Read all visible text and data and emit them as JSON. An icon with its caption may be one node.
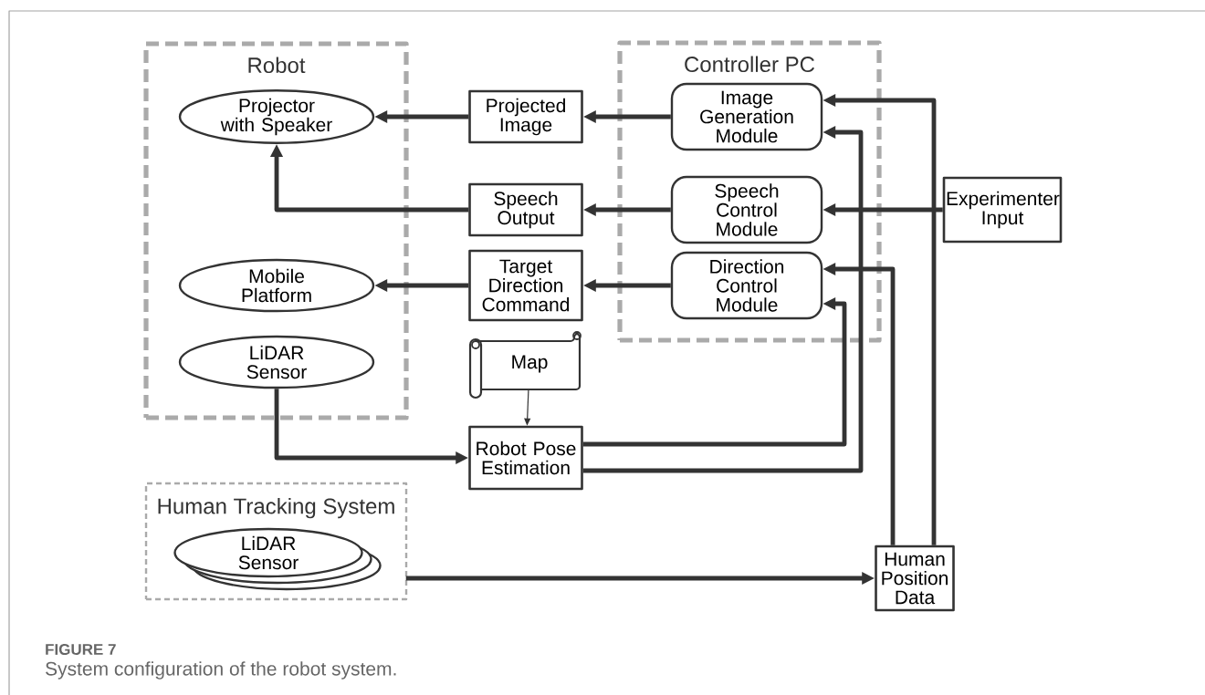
{
  "diagram": {
    "caption": "System configuration of the robot system.",
    "nodes": [
      {
        "text": [
          "Robot"
        ]
      },
      {
        "text": [
          "Projector with Speaker"
        ],
        "in": 0
      },
      {
        "text": [
          "Mobile Platform"
        ],
        "in": 0
      },
      {
        "text": [
          "LiDAR Sensor"
        ],
        "in": 0
      },
      {
        "text": [
          "Controller PC"
        ]
      },
      {
        "text": [
          "Image Generation Module"
        ],
        "in": 4
      },
      {
        "text": [
          "Speech Control Module"
        ],
        "in": 4
      },
      {
        "text": [
          "Direction Control Module"
        ],
        "in": 4
      },
      {
        "text": [
          "Projected Image"
        ]
      },
      {
        "text": [
          "Speech Output"
        ]
      },
      {
        "text": [
          "Target Direction Command"
        ]
      },
      {
        "text": [
          "Experimenter Input"
        ]
      },
      {
        "text": [
          "Map"
        ]
      },
      {
        "text": [
          "Robot Pose Estimation"
        ]
      },
      {
        "text": [
          "Human Tracking System"
        ]
      },
      {
        "text": [
          "LiDAR Sensor"
        ],
        "in": 14
      },
      {
        "text": [
          "Human Position Data"
        ]
      }
    ],
    "edges": [
      {
        "from": 5,
        "to": 8,
        "arrow": "to"
      },
      {
        "from": 8,
        "to": 1,
        "arrow": "to"
      },
      {
        "from": 6,
        "to": 9,
        "arrow": "to"
      },
      {
        "from": 9,
        "to": 1,
        "arrow": "to"
      },
      {
        "from": 7,
        "to": 10,
        "arrow": "to"
      },
      {
        "from": 10,
        "to": 2,
        "arrow": "to"
      },
      {
        "from": 11,
        "to": 6,
        "arrow": "to"
      },
      {
        "from": 12,
        "to": 13,
        "arrow": "to"
      },
      {
        "from": 3,
        "to": 13,
        "arrow": "to"
      },
      {
        "from": 13,
        "to": 7,
        "arrow": "to"
      },
      {
        "from": 13,
        "to": 5,
        "arrow": "to"
      },
      {
        "from": 16,
        "to": 7,
        "arrow": "to"
      },
      {
        "from": 16,
        "to": 5,
        "arrow": "to"
      },
      {
        "from": 15,
        "to": 16,
        "arrow": "to"
      }
    ],
    "labels": [
      "FIGURE 7"
    ]
  }
}
